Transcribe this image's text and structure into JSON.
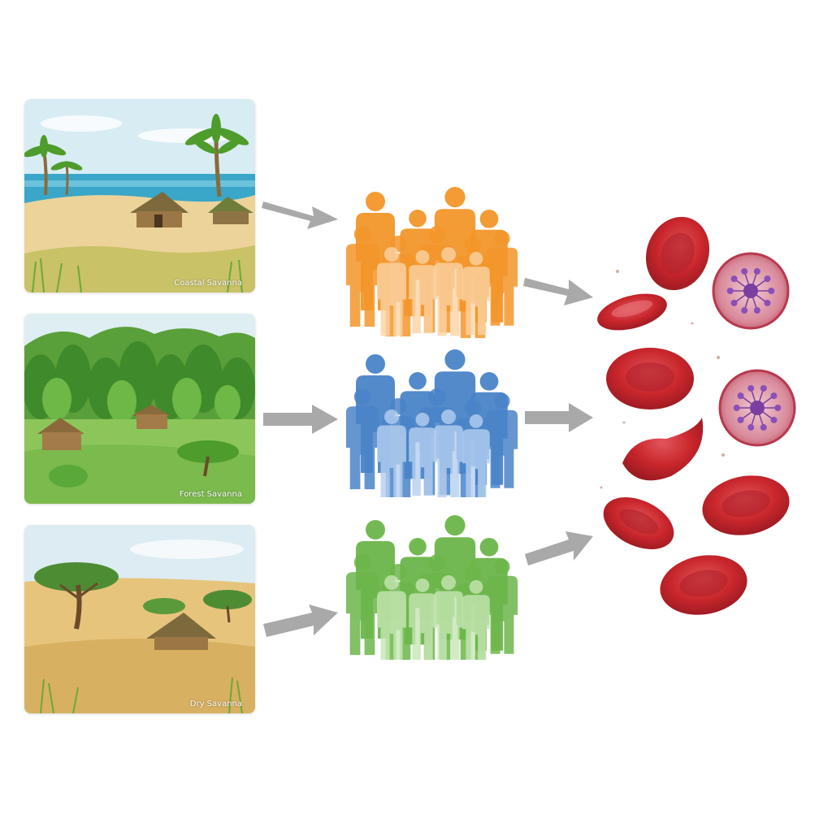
{
  "panels": [
    {
      "id": "coastal",
      "caption": "Coastal Savanna"
    },
    {
      "id": "forest",
      "caption": "Forest Savanna"
    },
    {
      "id": "dry",
      "caption": "Dry Savanna"
    }
  ],
  "icons": {
    "arrow": "right-arrow-icon",
    "people": "people-group-icon",
    "cell": "red-blood-cell-icon",
    "infected": "infected-cell-icon"
  },
  "colors": {
    "population_orange": "#f3962a",
    "population_blue": "#4a84c8",
    "population_green": "#6cb64a",
    "arrow_gray": "#a9a9a9",
    "rbc_red": "#c8262c",
    "parasite_purple": "#7a3fa0"
  }
}
